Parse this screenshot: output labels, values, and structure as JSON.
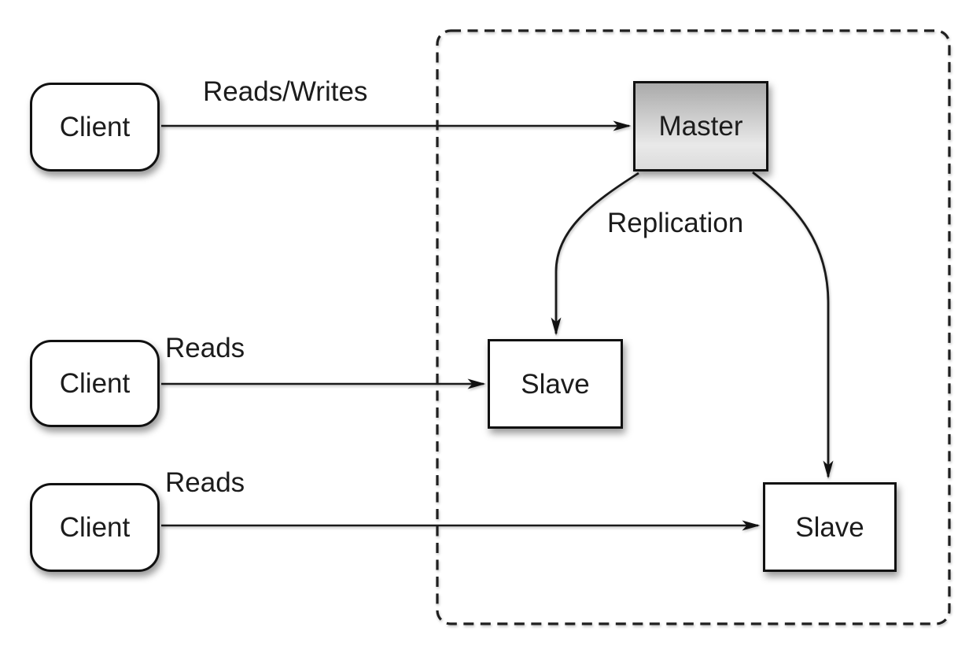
{
  "nodes": {
    "client1": {
      "label": "Client"
    },
    "client2": {
      "label": "Client"
    },
    "client3": {
      "label": "Client"
    },
    "master": {
      "label": "Master"
    },
    "slave1": {
      "label": "Slave"
    },
    "slave2": {
      "label": "Slave"
    }
  },
  "edges": {
    "client1_to_master": {
      "label": "Reads/Writes"
    },
    "client2_to_slave1": {
      "label": "Reads"
    },
    "client3_to_slave2": {
      "label": "Reads"
    },
    "master_to_slaves": {
      "label": "Replication"
    }
  },
  "colors": {
    "background": "#ffffff",
    "line": "#1a1a1a",
    "box_border": "#111111",
    "box_fill": "#ffffff",
    "master_gradient_top": "#aaaaaa",
    "master_gradient_bottom": "#dcdcdc",
    "text": "#1c1c1c"
  }
}
